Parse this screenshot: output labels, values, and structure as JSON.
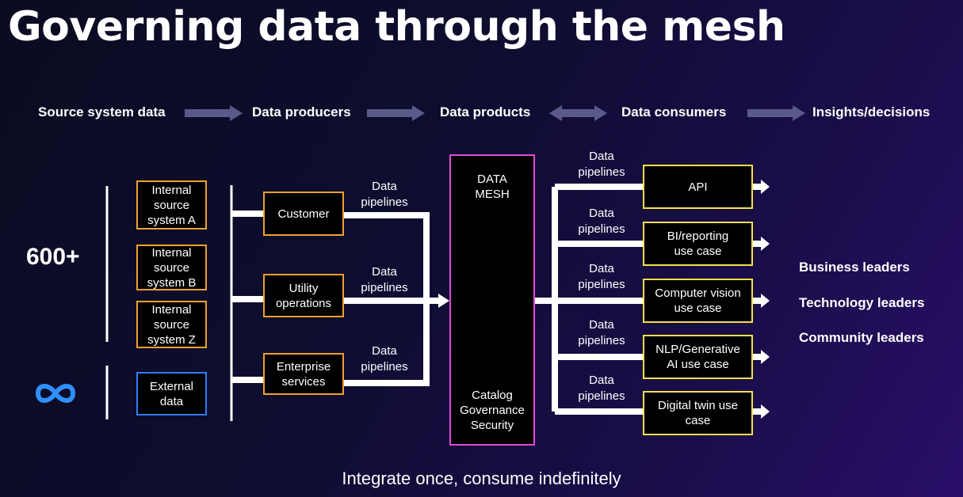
{
  "title": "Governing data through the mesh",
  "stages": [
    "Source system data",
    "Data producers",
    "Data products",
    "Data consumers",
    "Insights/decisions"
  ],
  "count_label": "600+",
  "infinity_icon": "infinity-icon",
  "sources": {
    "internal": [
      "Internal source system A",
      "Internal source system B",
      "Internal source system Z"
    ],
    "external": "External data"
  },
  "producers": [
    "Customer",
    "Utility operations",
    "Enterprise services"
  ],
  "pipeline_label": "Data pipelines",
  "mesh": {
    "title": "DATA MESH",
    "features": "Catalog Governance Security"
  },
  "consumers": [
    "API",
    "BI/reporting use case",
    "Computer vision use case",
    "NLP/Generative AI use case",
    "Digital twin use case"
  ],
  "leaders": [
    "Business leaders",
    "Technology leaders",
    "Community leaders"
  ],
  "footer": "Integrate once, consume indefinitely",
  "colors": {
    "source_border": "#f0a030",
    "external_border": "#2f7bff",
    "consumer_border": "#f3e04a",
    "mesh_border": "#e04ad8",
    "stage_arrow": "#5a5a8a"
  }
}
